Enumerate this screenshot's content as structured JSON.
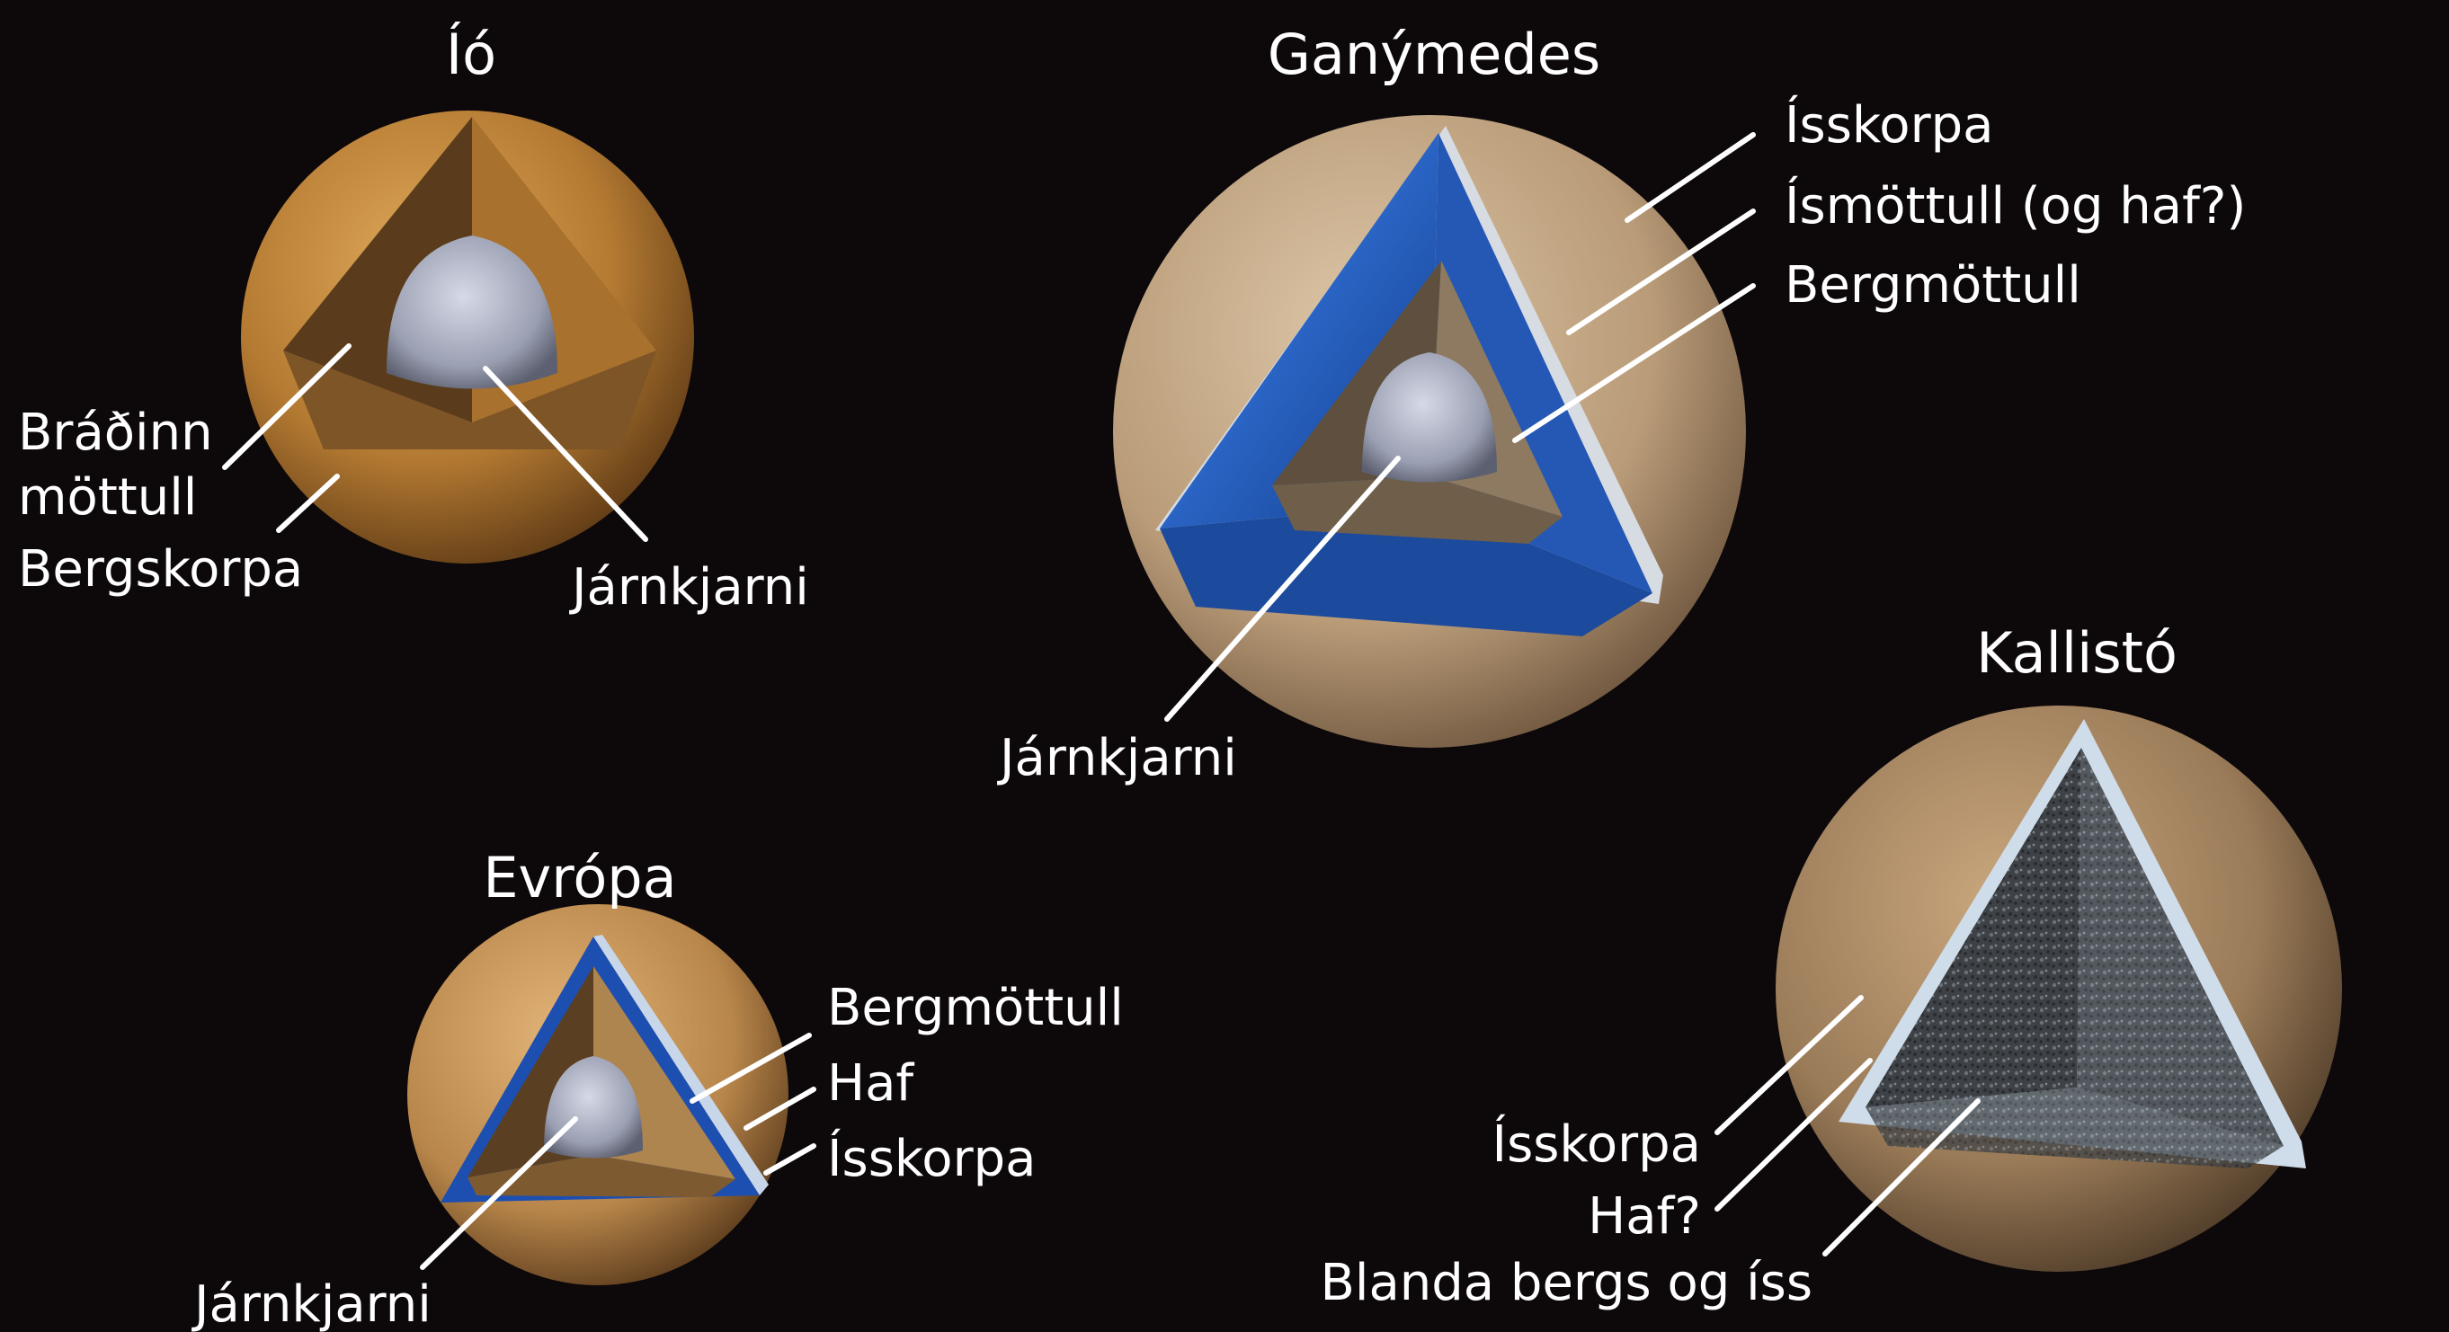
{
  "moons": {
    "io": {
      "title": "Íó",
      "labels": {
        "molten_mantle_line1": "Bráðinn",
        "molten_mantle_line2": "möttull",
        "rock_crust": "Bergskorpa",
        "iron_core": "Járnkjarni"
      }
    },
    "ganymede": {
      "title": "Ganýmedes",
      "labels": {
        "ice_crust": "Ísskorpa",
        "ice_mantle": "Ísmöttull (og haf?)",
        "rock_mantle": "Bergmöttull",
        "iron_core": "Járnkjarni"
      }
    },
    "europa": {
      "title": "Evrópa",
      "labels": {
        "rock_mantle": "Bergmöttull",
        "ocean": "Haf",
        "ice_crust": "Ísskorpa",
        "iron_core": "Járnkjarni"
      }
    },
    "callisto": {
      "title": "Kallistó",
      "labels": {
        "ice_crust": "Ísskorpa",
        "ocean": "Haf?",
        "rock_ice_mix": "Blanda bergs og íss"
      }
    }
  },
  "colors": {
    "background": "#0d080a",
    "io_surface": "#c8923f",
    "io_mantle": "#8a5a2a",
    "iron_core": "#a9adbd",
    "ganymede_surface": "#c9ad8c",
    "ice_mantle": "#1f55b0",
    "rock_mantle": "#7a6a55",
    "callisto_interior": "#4a4e52",
    "ice_crust": "#c8d8ea"
  }
}
